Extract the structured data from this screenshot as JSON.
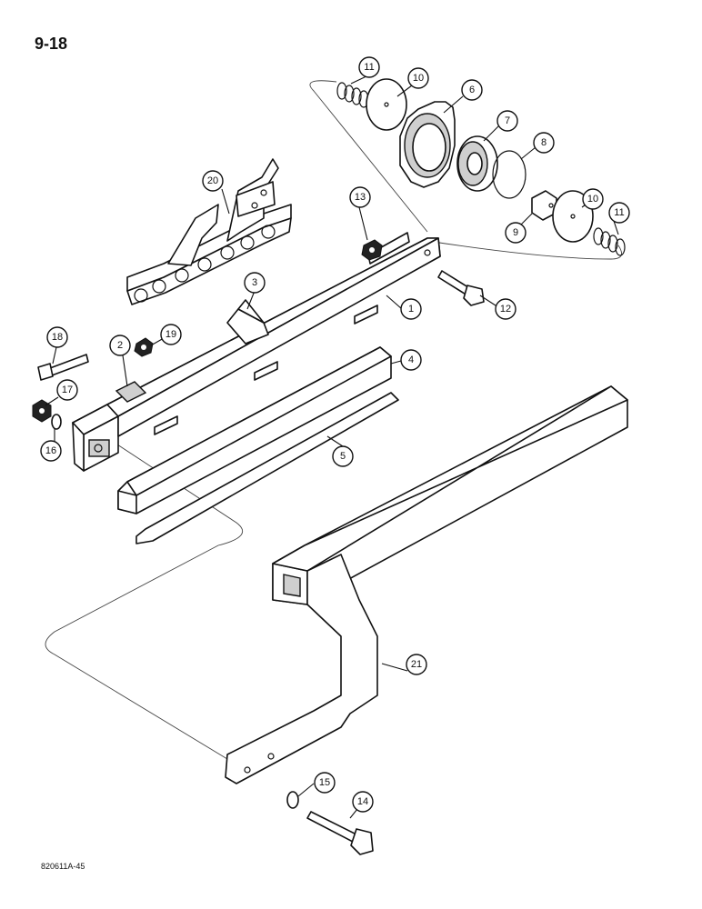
{
  "page": {
    "number": "9-18",
    "figure_code": "820611A-45"
  },
  "callouts": [
    {
      "id": "c1",
      "label": "1"
    },
    {
      "id": "c2",
      "label": "2"
    },
    {
      "id": "c3",
      "label": "3"
    },
    {
      "id": "c4",
      "label": "4"
    },
    {
      "id": "c5",
      "label": "5"
    },
    {
      "id": "c6",
      "label": "6"
    },
    {
      "id": "c7",
      "label": "7"
    },
    {
      "id": "c8",
      "label": "8"
    },
    {
      "id": "c9",
      "label": "9"
    },
    {
      "id": "c10a",
      "label": "10"
    },
    {
      "id": "c10b",
      "label": "10"
    },
    {
      "id": "c11a",
      "label": "11"
    },
    {
      "id": "c11b",
      "label": "11"
    },
    {
      "id": "c12",
      "label": "12"
    },
    {
      "id": "c13",
      "label": "13"
    },
    {
      "id": "c14",
      "label": "14"
    },
    {
      "id": "c15",
      "label": "15"
    },
    {
      "id": "c16",
      "label": "16"
    },
    {
      "id": "c17",
      "label": "17"
    },
    {
      "id": "c18",
      "label": "18"
    },
    {
      "id": "c19",
      "label": "19"
    },
    {
      "id": "c20",
      "label": "20"
    },
    {
      "id": "c21",
      "label": "21"
    }
  ]
}
